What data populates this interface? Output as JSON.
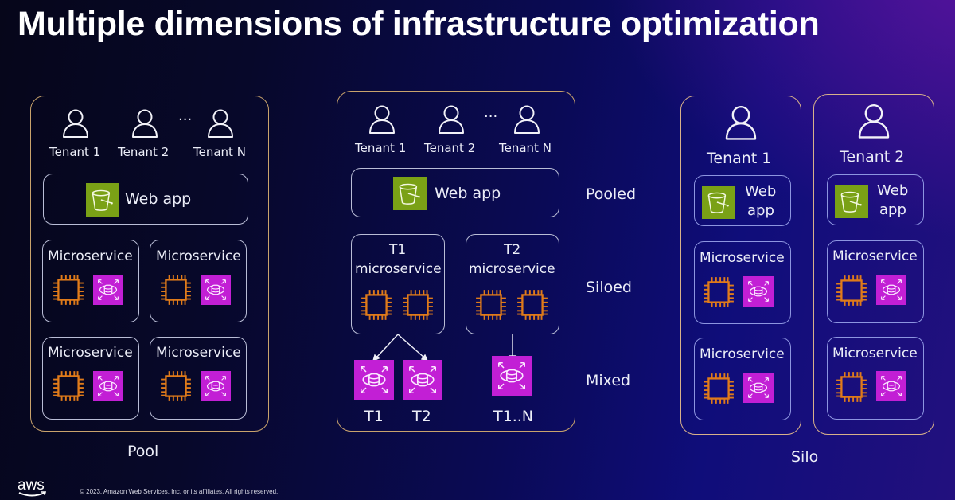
{
  "title": "Multiple dimensions of infrastructure optimization",
  "colors": {
    "container_border": "#c9a36c",
    "inner_border": "#b9bdd6",
    "bucket_icon_bg": "#7aa116",
    "rds_icon_bg": "#c21fd5",
    "compute_icon": "#e07b1a"
  },
  "pool": {
    "caption": "Pool",
    "tenants": [
      "Tenant 1",
      "Tenant 2",
      "Tenant N"
    ],
    "ellipsis": "···",
    "web_app": "Web app",
    "microservices": [
      "Microservice",
      "Microservice",
      "Microservice",
      "Microservice"
    ]
  },
  "mixed": {
    "tenants": [
      "Tenant 1",
      "Tenant 2",
      "Tenant N"
    ],
    "ellipsis": "···",
    "web_app": "Web app",
    "services": [
      {
        "line1": "T1",
        "line2": "microservice"
      },
      {
        "line1": "T2",
        "line2": "microservice"
      }
    ],
    "databases": [
      "T1",
      "T2",
      "T1..N"
    ],
    "tier_labels": [
      "Pooled",
      "Siloed",
      "Mixed"
    ]
  },
  "silo": {
    "caption": "Silo",
    "columns": [
      {
        "tenant": "Tenant 1",
        "web_app_line1": "Web",
        "web_app_line2": "app",
        "microservices": [
          "Microservice",
          "Microservice"
        ]
      },
      {
        "tenant": "Tenant 2",
        "web_app_line1": "Web",
        "web_app_line2": "app",
        "microservices": [
          "Microservice",
          "Microservice"
        ]
      }
    ]
  },
  "footer": {
    "logo": "aws",
    "copyright": "© 2023, Amazon Web Services, Inc. or its affiliates. All rights reserved."
  }
}
